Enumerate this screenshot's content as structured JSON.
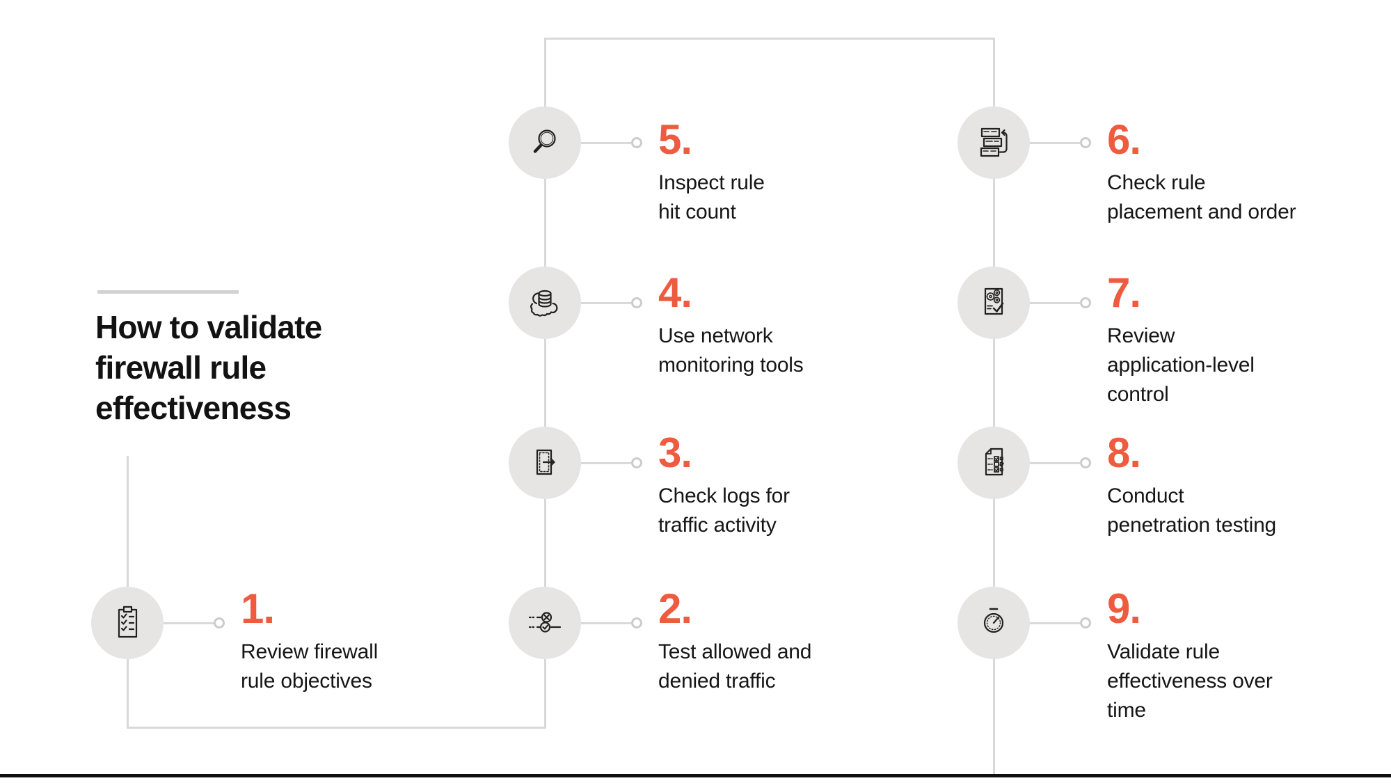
{
  "accent_color": "#ee5b3e",
  "line_color": "#d9d9d9",
  "circle_fill": "#e6e5e4",
  "title": {
    "label": "How to validate\nfirewall rule\neffectiveness"
  },
  "steps": [
    {
      "num": "1.",
      "label": "Review firewall\nrule objectives",
      "icon": "clipboard-checklist-icon"
    },
    {
      "num": "2.",
      "label": "Test allowed and\ndenied traffic",
      "icon": "allow-deny-rules-icon"
    },
    {
      "num": "3.",
      "label": "Check logs for\ntraffic activity",
      "icon": "log-export-icon"
    },
    {
      "num": "4.",
      "label": "Use network\nmonitoring tools",
      "icon": "cloud-database-icon"
    },
    {
      "num": "5.",
      "label": "Inspect rule\nhit count",
      "icon": "magnifier-icon"
    },
    {
      "num": "6.",
      "label": "Check rule\nplacement and order",
      "icon": "rule-order-icon"
    },
    {
      "num": "7.",
      "label": "Review\napplication-level\ncontrol",
      "icon": "document-gears-check-icon"
    },
    {
      "num": "8.",
      "label": "Conduct\npenetration testing",
      "icon": "checklist-document-icon"
    },
    {
      "num": "9.",
      "label": "Validate rule\neffectiveness over\ntime",
      "icon": "stopwatch-icon"
    }
  ]
}
